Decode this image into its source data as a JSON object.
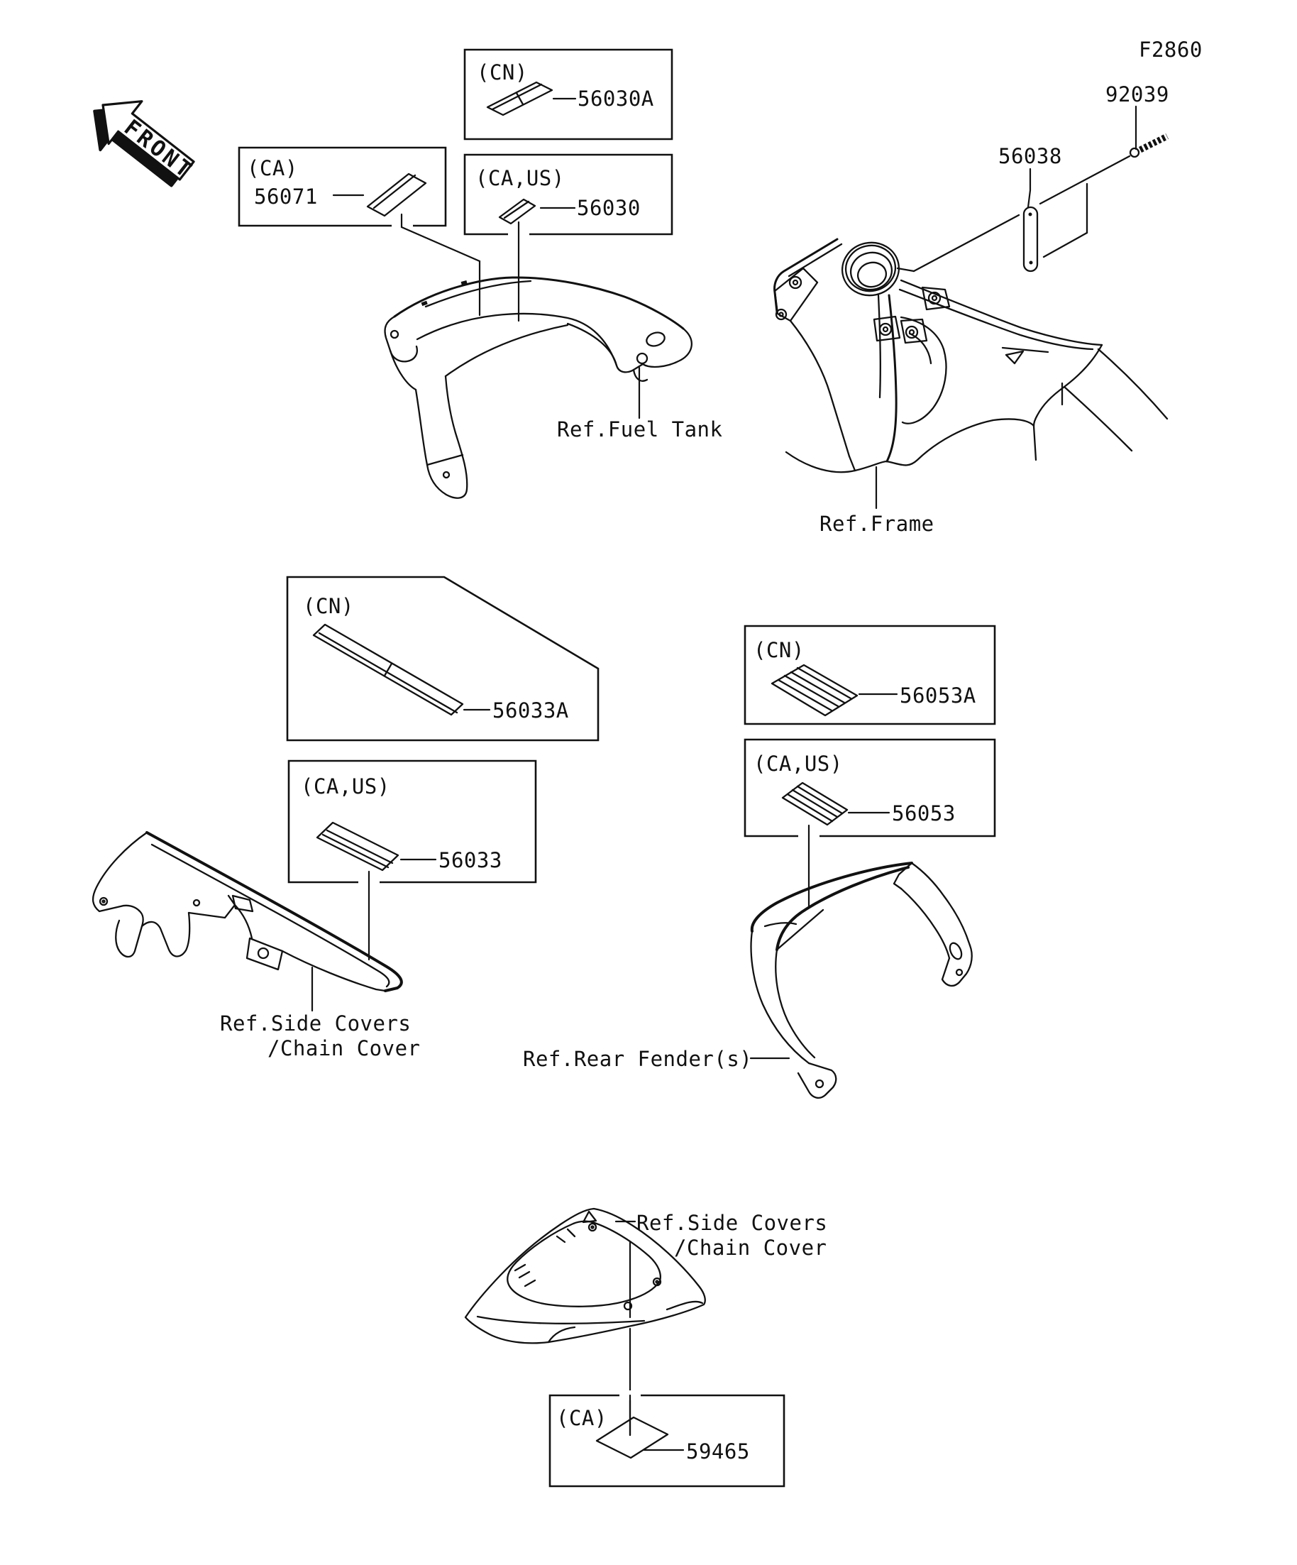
{
  "figure": {
    "code": "F2860"
  },
  "front_indicator": {
    "label": "FRONT"
  },
  "callouts": {
    "b56030A": {
      "region": "(CN)",
      "part": "56030A"
    },
    "b56030": {
      "region": "(CA,US)",
      "part": "56030"
    },
    "b56071": {
      "region": "(CA)",
      "part": "56071"
    },
    "b56033A": {
      "region": "(CN)",
      "part": "56033A"
    },
    "b56033": {
      "region": "(CA,US)",
      "part": "56033"
    },
    "b56053A": {
      "region": "(CN)",
      "part": "56053A"
    },
    "b56053": {
      "region": "(CA,US)",
      "part": "56053"
    },
    "b59465": {
      "region": "(CA)",
      "part": "59465"
    },
    "p92039": {
      "part": "92039"
    },
    "p56038": {
      "part": "56038"
    }
  },
  "references": {
    "fuel_tank": "Ref.Fuel Tank",
    "frame": "Ref.Frame",
    "side_covers_line1": "Ref.Side Covers",
    "side_covers_line2": "/Chain Cover",
    "rear_fender": "Ref.Rear Fender(s)"
  },
  "colors": {
    "line": "#111111",
    "background": "#ffffff"
  }
}
